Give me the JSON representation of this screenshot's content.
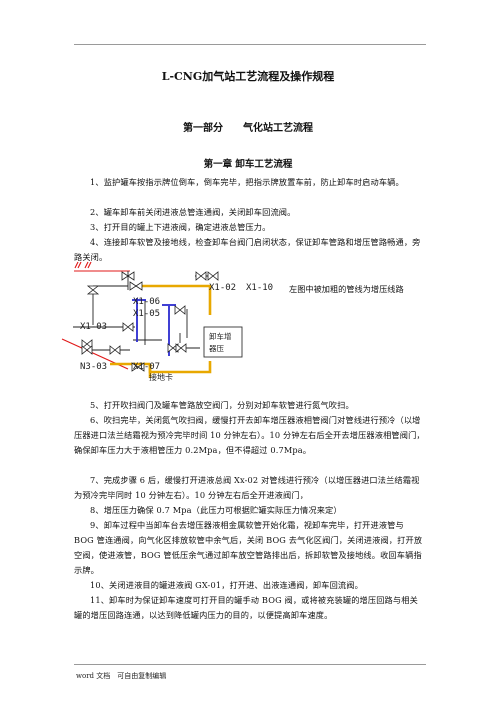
{
  "doc": {
    "title": "L-CNG加气站工艺流程及操作规程",
    "part_heading": "第一部分　　气化站工艺流程",
    "chapter_heading": "第一章 卸车工艺流程",
    "paragraphs_top": [
      "1、监护罐车按指示牌位倒车，倒车完毕，把指示牌放置车前，防止卸车时启动车辆。",
      "2、罐车卸车前关闭进液总管连通阀，关闭卸车回流阀。",
      "3、打开目的罐上下进液阀，确定进液总管压力。",
      "4、连接卸车软管及接地线，检查卸车台阀门启闭状态，保证卸车管路和增压管路畅通，旁路关闭。"
    ],
    "figure": {
      "labels": {
        "x1_02": "X1-02",
        "x1_10": "X1-10",
        "x1_06": "X1-06",
        "x1_05": "X1-05",
        "x1_03": "X1-03",
        "n3_03": "N3-03",
        "x1_07": "X1-07",
        "box_line1": "卸车增",
        "box_line2": "器压",
        "ground": "接地卡"
      },
      "caption": "左图中被加粗的管线为增压线路",
      "colors": {
        "boost_line": "#e8a800",
        "liquid_line": "#2a2ad0",
        "red_line": "#e01818"
      }
    },
    "paragraphs_bottom": [
      "5、打开吹扫阀门及罐车管路放空阀门，分别对卸车软管进行氮气吹扫。",
      "6、吹扫完毕，关闭氮气吹扫阀，缓慢打开去卸车增压器液相管阀门对管线进行预冷（以增压器进口法兰结霜视为预冷完毕时间 10 分钟左右）。10 分钟左右后全开去增压器液相管阀门，确保卸车压力大于液相管压力 0.2Mpa，但不得超过 0.7Mpa。",
      "7、完成步骤 6 后，缓慢打开进液总阀 Xx-02 对管线进行预冷（以增压器进口法兰结霜视为预冷完毕同时 10 分钟左右）。10 分钟左右后全开进液阀门，",
      "8、增压压力确保 0.7 Mpa（此压力可根据贮罐实际压力情况来定）",
      "9、卸车过程中当卸车台去增压器液相金属软管开始化霜，视卸车完毕，打开进液管与 BOG 管连通阀，向气化区排放软管中余气后，关闭 BOG 去气化区阀门，关闭进液阀，打开放空阀，使进液管，BOG 管低压余气通过卸车放空管路排出后，拆卸软管及接地线。收回车辆指示牌。",
      "10、关闭进液目的罐进液阀 GX-01，打开进、出液连通阀，卸车回流阀。",
      "11、卸车时为保证卸车速度可打开目的罐手动 BOG 阀，或将被充装罐的增压回路与相关罐的增压回路连通，以达到降低罐内压力的目的，以便提高卸车速度。"
    ],
    "footer": "word 文档　可自由复制编辑"
  }
}
